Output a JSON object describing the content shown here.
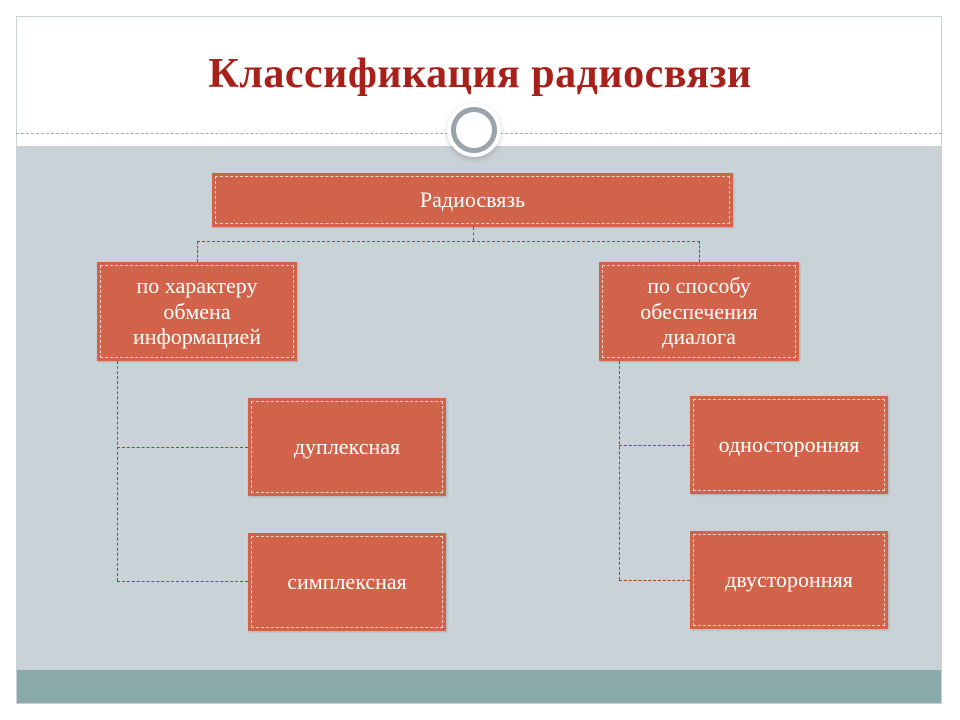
{
  "slide": {
    "title": "Классификация радиосвязи"
  },
  "diagram": {
    "root": "Радиосвязь",
    "branches": [
      {
        "label": "по характеру обмена информацией",
        "children": [
          "дуплексная",
          "симплексная"
        ]
      },
      {
        "label": "по способу обеспечения диалога",
        "children": [
          "односторонняя",
          "двусторонняя"
        ]
      }
    ]
  },
  "colors": {
    "title": "#a8201a",
    "node_fill": "#d0634a",
    "panel": "#c9d2d6",
    "footer": "#8aa9ab"
  }
}
